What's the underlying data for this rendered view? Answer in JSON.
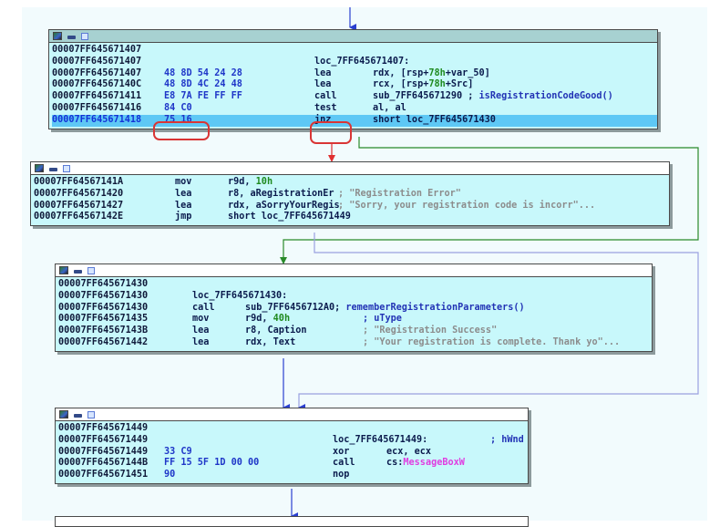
{
  "app": "IDA graph view",
  "colors": {
    "true_edge": "#2a8a2a",
    "false_edge": "#e03030",
    "unconditional_edge": "#2b3fd0",
    "crossref_edge": "#9aa0e0",
    "node_body": "#c8f8fb",
    "selected_line": "#5ec8f5",
    "annotation_circle": "#d93535"
  },
  "header_icons": [
    "graph-color-icon",
    "asm-view-icon",
    "listing-icon"
  ],
  "blocks": [
    {
      "id": "loc_7FF645671407",
      "lines": [
        {
          "addr": "00007FF645671407",
          "bytes": "",
          "label": ""
        },
        {
          "addr": "00007FF645671407",
          "bytes": "",
          "label": "loc_7FF645671407:"
        },
        {
          "addr": "00007FF645671407",
          "bytes": "48 8D 54 24 28",
          "mnem": "lea",
          "op_a": "rdx, [rsp+",
          "op_num": "78h",
          "op_b": "+var_50]"
        },
        {
          "addr": "00007FF64567140C",
          "bytes": "48 8D 4C 24 48",
          "mnem": "lea",
          "op_a": "rcx, [rsp+",
          "op_num": "78h",
          "op_b": "+Src]"
        },
        {
          "addr": "00007FF645671411",
          "bytes": "E8 7A FE FF FF",
          "mnem": "call",
          "op_a": "sub_7FF645671290 ; ",
          "op_fn": "isRegistrationCodeGood()"
        },
        {
          "addr": "00007FF645671416",
          "bytes": "84 C0",
          "mnem": "test",
          "op_a": "al, al"
        },
        {
          "addr": "00007FF645671418",
          "bytes": "75 16",
          "mnem": "jnz",
          "op_a": "short loc_7FF645671430",
          "selected": true
        }
      ]
    },
    {
      "id": "block_7FF64567141A",
      "lines": [
        {
          "addr": "00007FF64567141A",
          "mnem": "mov",
          "op_a": "r9d, ",
          "op_num": "10h"
        },
        {
          "addr": "00007FF645671420",
          "mnem": "lea",
          "op_a": "r8, aRegistrationEr",
          "comment": "; \"Registration Error\""
        },
        {
          "addr": "00007FF645671427",
          "mnem": "lea",
          "op_a": "rdx, aSorryYourRegis",
          "comment": "; \"Sorry, your registration code is incorr\"..."
        },
        {
          "addr": "00007FF64567142E",
          "mnem": "jmp",
          "op_a": "short loc_7FF645671449"
        }
      ]
    },
    {
      "id": "loc_7FF645671430",
      "lines": [
        {
          "addr": "00007FF645671430"
        },
        {
          "addr": "00007FF645671430",
          "label": "loc_7FF645671430:"
        },
        {
          "addr": "00007FF645671430",
          "mnem": "call",
          "op_a": "sub_7FF6456712A0; ",
          "op_fn": "rememberRegistrationParameters()"
        },
        {
          "addr": "00007FF645671435",
          "mnem": "mov",
          "op_a": "r9d, ",
          "op_num": "40h",
          "comment_fn": "; uType"
        },
        {
          "addr": "00007FF64567143B",
          "mnem": "lea",
          "op_a": "r8, Caption",
          "comment": "; \"Registration Success\""
        },
        {
          "addr": "00007FF645671442",
          "mnem": "lea",
          "op_a": "rdx, Text",
          "comment": "; \"Your registration is complete. Thank yo\"..."
        }
      ]
    },
    {
      "id": "loc_7FF645671449",
      "lines": [
        {
          "addr": "00007FF645671449",
          "bytes": ""
        },
        {
          "addr": "00007FF645671449",
          "bytes": "",
          "label": "loc_7FF645671449:",
          "comment_fn": "; hWnd"
        },
        {
          "addr": "00007FF645671449",
          "bytes": "33 C9",
          "mnem": "xor",
          "op_a": "ecx, ecx"
        },
        {
          "addr": "00007FF64567144B",
          "bytes": "FF 15 5F 1D 00 00",
          "mnem": "call",
          "op_a": "cs:",
          "op_imp": "MessageBoxW"
        },
        {
          "addr": "00007FF645671451",
          "bytes": "90",
          "mnem": "nop"
        }
      ]
    }
  ]
}
